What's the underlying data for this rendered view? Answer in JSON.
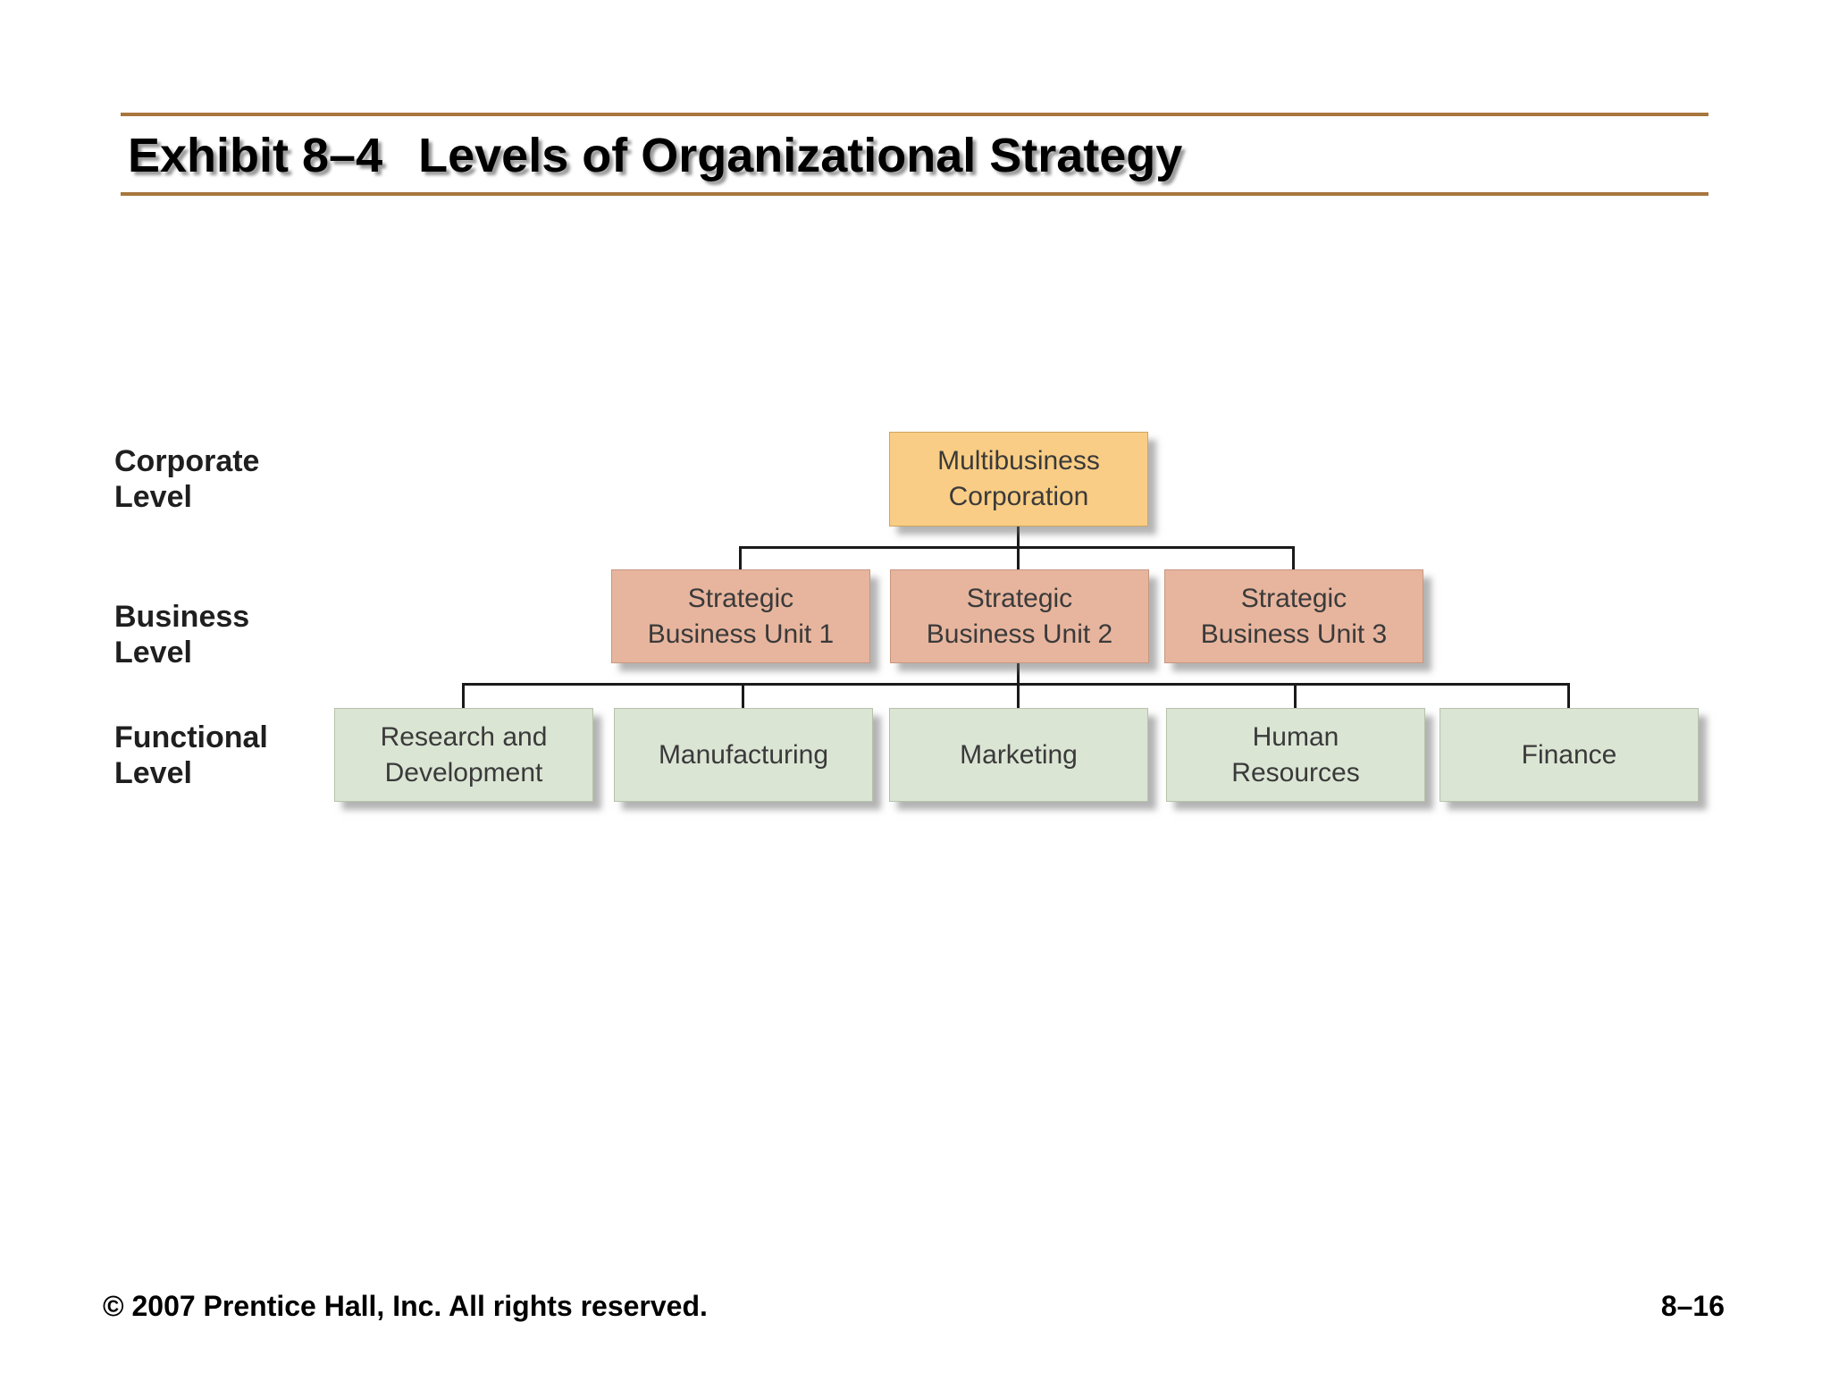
{
  "slide": {
    "title": {
      "exhibit": "Exhibit 8–4",
      "text": "Levels of Organizational Strategy"
    },
    "footer": {
      "copyright": "© 2007 Prentice Hall, Inc. All rights reserved.",
      "page": "8–16"
    }
  },
  "levels": [
    {
      "line1": "Corporate",
      "line2": "Level"
    },
    {
      "line1": "Business",
      "line2": "Level"
    },
    {
      "line1": "Functional",
      "line2": "Level"
    }
  ],
  "diagram": {
    "corporate": {
      "lines": [
        "Multibusiness",
        "Corporation"
      ]
    },
    "business_units": [
      {
        "lines": [
          "Strategic",
          "Business Unit 1"
        ]
      },
      {
        "lines": [
          "Strategic",
          "Business Unit 2"
        ]
      },
      {
        "lines": [
          "Strategic",
          "Business Unit 3"
        ]
      }
    ],
    "functions": [
      {
        "lines": [
          "Research and",
          "Development"
        ]
      },
      {
        "lines": [
          "Manufacturing"
        ]
      },
      {
        "lines": [
          "Marketing"
        ]
      },
      {
        "lines": [
          "Human",
          "Resources"
        ]
      },
      {
        "lines": [
          "Finance"
        ]
      }
    ]
  },
  "colors": {
    "rule_brown": "#a8763d",
    "corporate_fill": "#f9cd85",
    "business_fill": "#e7b59e",
    "functional_fill": "#dbe5d4",
    "connector": "#1a1a1a",
    "box_text": "#3a3a3a"
  }
}
